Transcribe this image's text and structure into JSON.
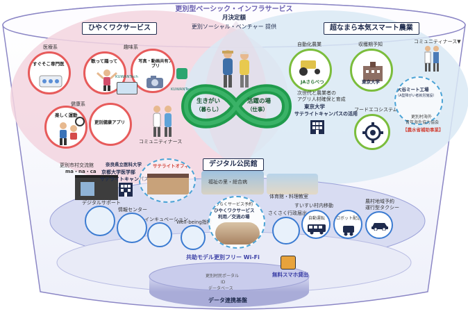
{
  "header": {
    "title": "更別型ベーシック・インフラサービス",
    "subtitle": "月決定額",
    "provider": "更別ソーシャル・ベンチャー 提供"
  },
  "sections": {
    "hiyakuwaku": "ひやくワクサービス",
    "smart_agri": "超なまら本気スマート農業",
    "digital_hall": "デジタル公民館"
  },
  "infinity": {
    "left": "生きがい",
    "left_sub": "（暮らし）",
    "right": "活躍の場",
    "right_sub": "（仕事）"
  },
  "hiyakuwaku": {
    "medical": "医療系",
    "medical_item": "すぐそこ専門医",
    "hobby": "趣味系",
    "hobby_item1": "歌って踊って",
    "hobby_item2": "写真・動画共有アプリ",
    "kuwantech1": "KUWANTech",
    "kuwantech2": "KUWANTech",
    "health": "健康系",
    "health_item1": "楽しく運動",
    "health_item2": "更別健康アプリ",
    "community": "コミュニティナース"
  },
  "agri": {
    "auto": "自動化農業",
    "ja": "JAさらべつ",
    "yield": "収穫期予知",
    "todai1": "東京大学",
    "community": "コミュニティナース▼",
    "daichi": "大谷ミート工場",
    "daichi_sub": "（A型障がい者就労施設）",
    "next_gen": "次世代と農業者の",
    "next_gen2": "アグリ人材確保と育成",
    "todai2": "東京大学",
    "satellite": "サテライトキャンパスの活用",
    "food": "フードエコシステム",
    "association": "更別村海外",
    "association2": "青年海外協力協会",
    "tech": "【農水省補助事業】"
  },
  "digital": {
    "manaca": "更別市村交流館",
    "manaca2": "ma・na・ca",
    "univ": "奈良県立医科大学",
    "satellite_office": "サテライトオフィス",
    "satellite_campus": "京都大学医学部",
    "satellite_campus2": "サテライトキャンパス",
    "welfare": "福祉の里・総合病",
    "gym": "体育館・料理教室",
    "digital_support": "デジタルサポート",
    "info_center": "情報センター",
    "incubation": "インキュベーション",
    "wellbeing": "Well-being指標",
    "service_booking": "うらくサービス予約",
    "hiyaku_center": "ひやくワクサービス",
    "hiyaku_center2": "利用／交流の場",
    "admin": "さくさく行政届出",
    "mobility": "すいすい村内移動",
    "auto_drive": "自動運転",
    "robot": "ロボット配送",
    "taxi": "農村地域予約",
    "taxi2": "運行型タクシー"
  },
  "wifi": {
    "label": "共助モデル更別フリー Wi-Fi",
    "smartphone": "無料スマホ貸出"
  },
  "platform": {
    "portal": "更別村民ポータル",
    "id": "ID",
    "db": "データベース",
    "label": "データ連携基盤"
  },
  "colors": {
    "pink_lens": "#f3d5df",
    "blue_lens": "#dbeaf3",
    "navy": "#1f2b4d",
    "purple": "#6a5fb0",
    "infinity_green": "#1f9b4c",
    "digital_band": "#d8dcf2",
    "platform": "#c9ccec"
  }
}
